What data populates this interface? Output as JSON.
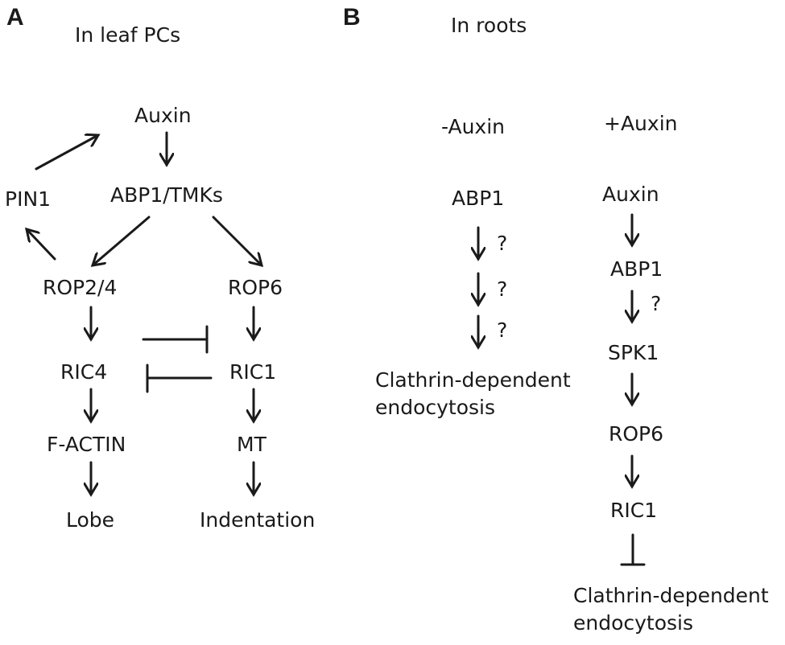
{
  "panel_a": {
    "letter": "A",
    "title": "In leaf PCs",
    "nodes": {
      "auxin": "Auxin",
      "abp1_tmks": "ABP1/TMKs",
      "pin1": "PIN1",
      "rop2_4": "ROP2/4",
      "rop6": "ROP6",
      "ric4": "RIC4",
      "ric1": "RIC1",
      "f_actin": "F-ACTIN",
      "mt": "MT",
      "lobe": "Lobe",
      "indentation": "Indentation"
    }
  },
  "panel_b": {
    "letter": "B",
    "title": "In roots",
    "minus_auxin": {
      "header": "-Auxin",
      "abp1": "ABP1",
      "q1": "?",
      "q2": "?",
      "q3": "?",
      "endocytosis": "Clathrin-dependent\nendocytosis"
    },
    "plus_auxin": {
      "header": "+Auxin",
      "auxin": "Auxin",
      "abp1": "ABP1",
      "q": "?",
      "spk1": "SPK1",
      "rop6": "ROP6",
      "ric1": "RIC1",
      "endocytosis": "Clathrin-dependent\nendocytosis"
    }
  }
}
